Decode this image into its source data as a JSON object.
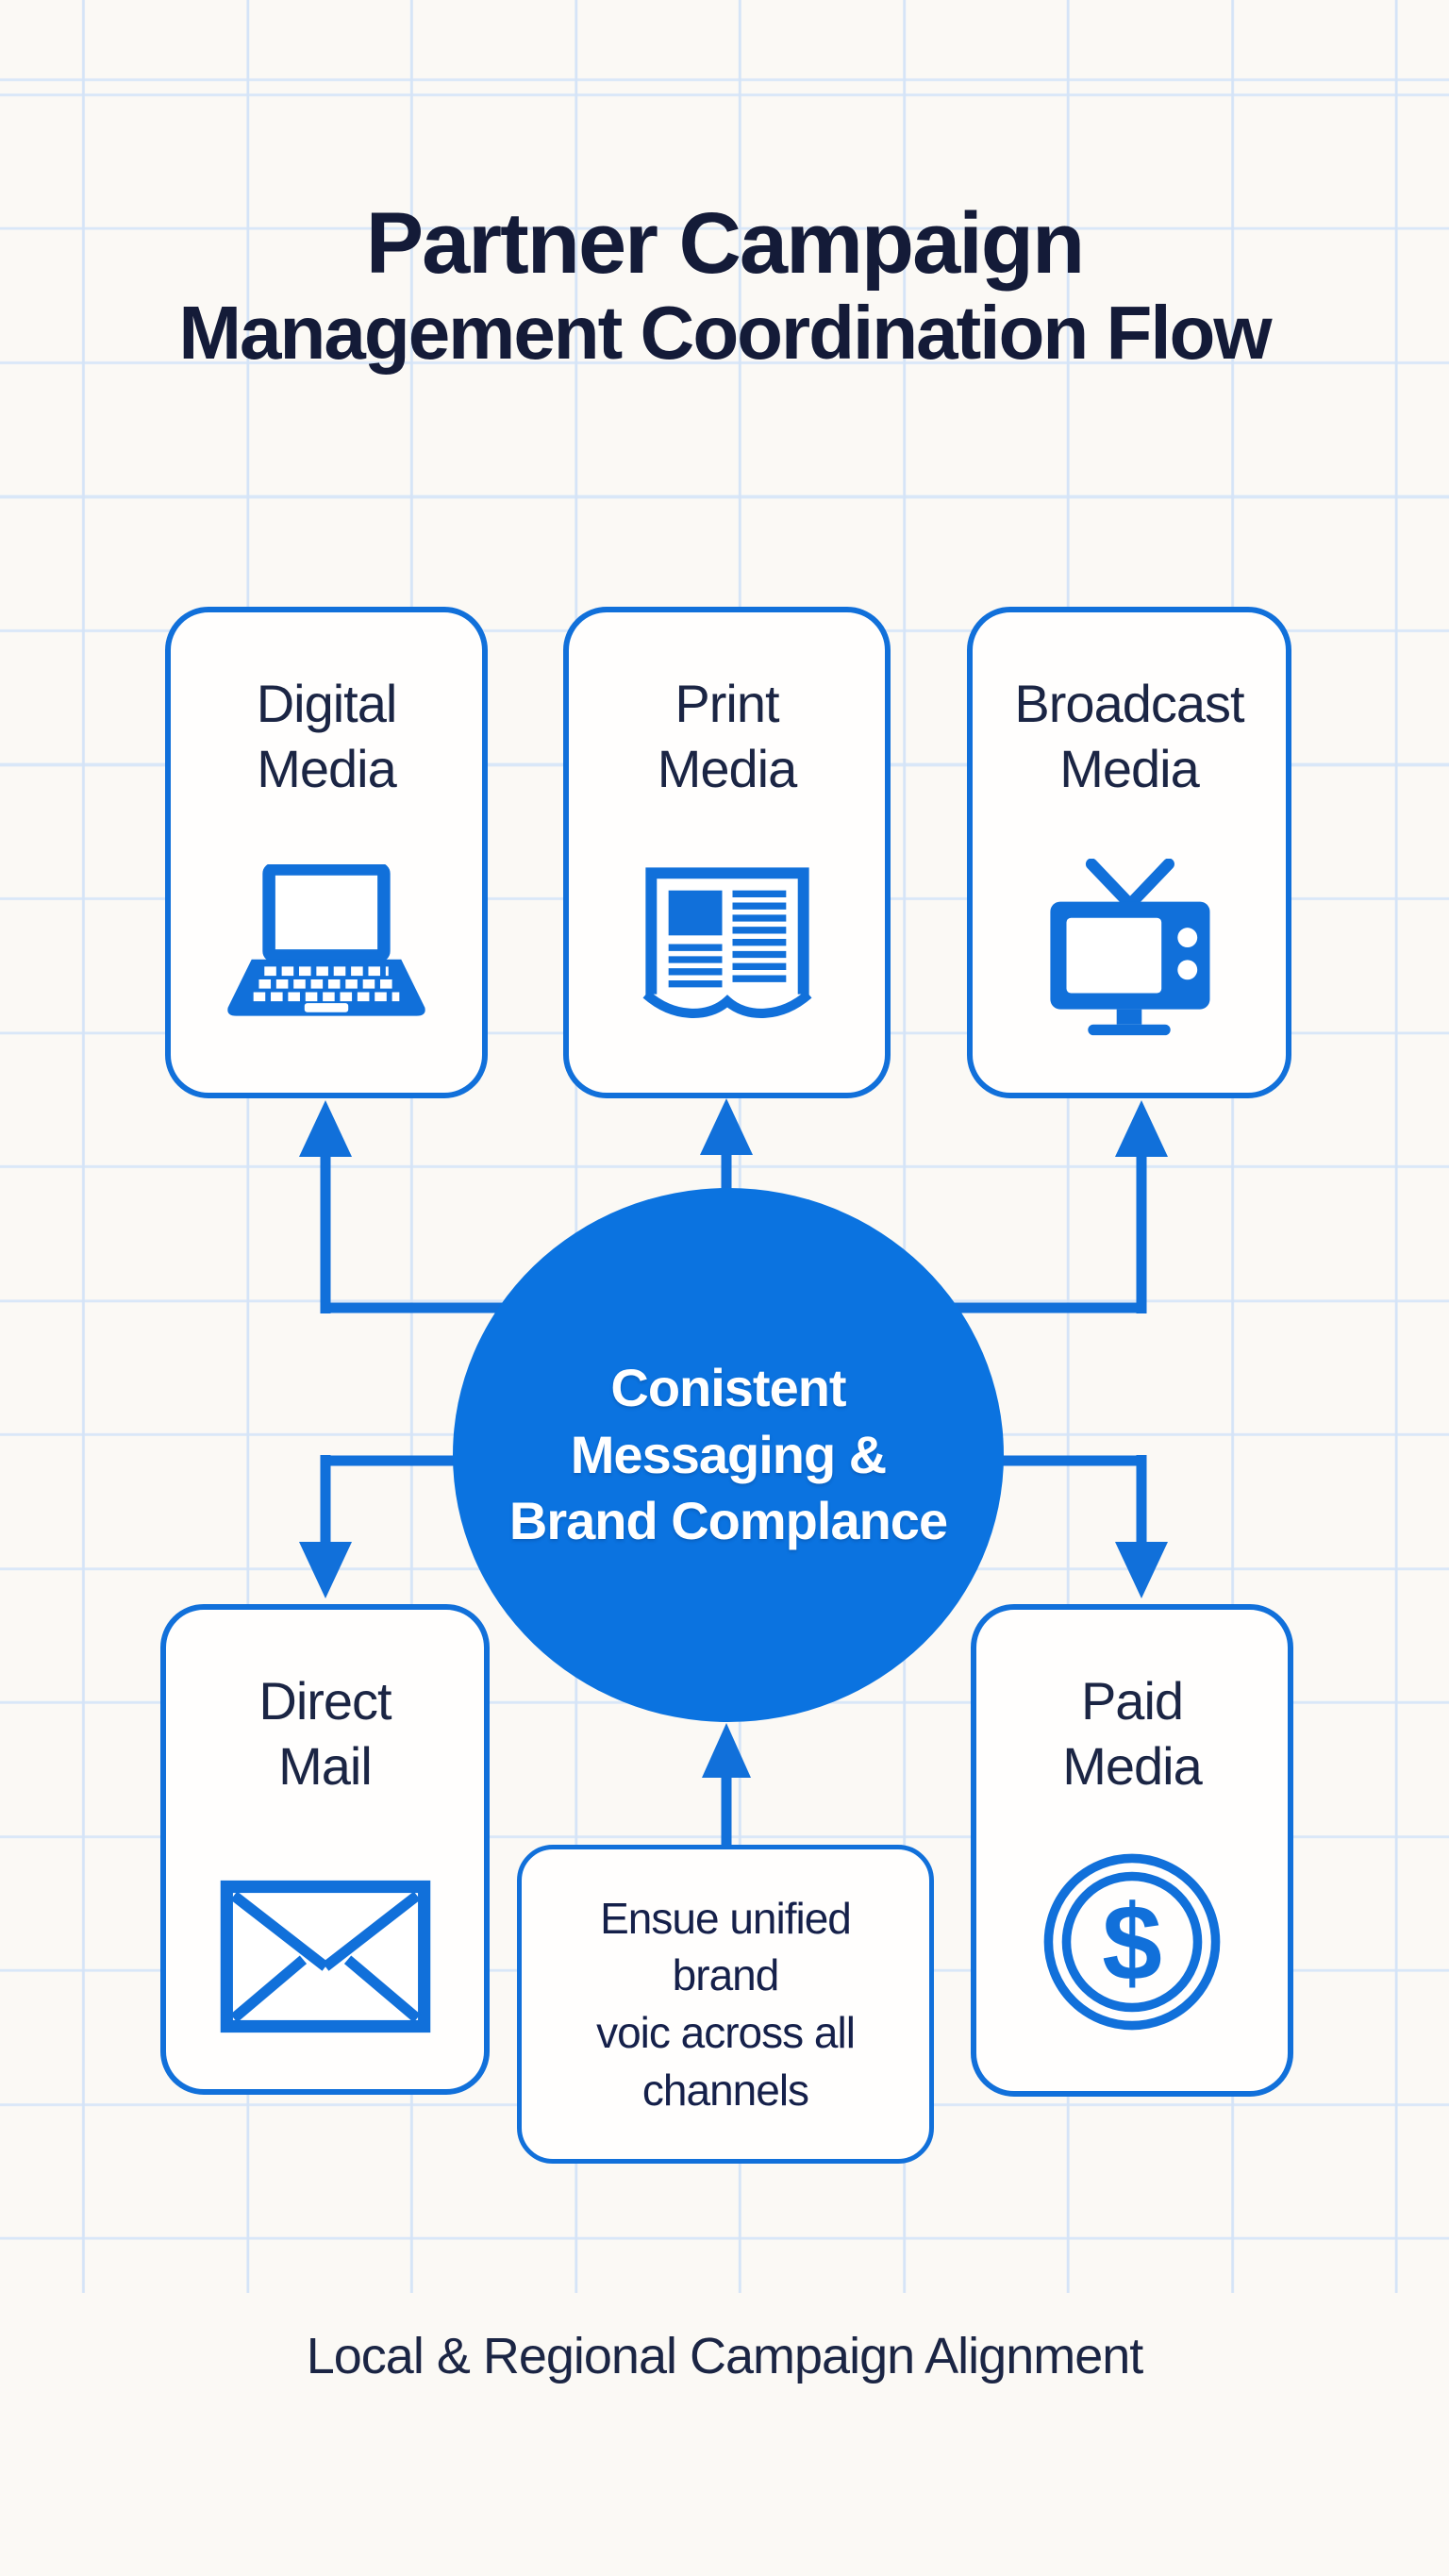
{
  "title": {
    "line1": "Partner Campaign",
    "line2": "Management Coordination Flow"
  },
  "center_circle": {
    "label": "Conistent\nMessaging &\nBrand Complance"
  },
  "boxes": {
    "digital": {
      "label": "Digital\nMedia",
      "icon": "laptop-icon"
    },
    "print": {
      "label": "Print\nMedia",
      "icon": "open-book-icon"
    },
    "broadcast": {
      "label": "Broadcast\nMedia",
      "icon": "tv-icon"
    },
    "direct_mail": {
      "label": "Direct\nMail",
      "icon": "envelope-icon"
    },
    "paid": {
      "label": "Paid\nMedia",
      "icon": "dollar-coin-icon"
    }
  },
  "note": {
    "text": "Ensue unified\nbrand\nvoic across all\nchannels"
  },
  "footer": {
    "text": "Local & Regional Campaign Alignment"
  },
  "icons": {
    "dollar_symbol": "$"
  },
  "colors": {
    "primary_blue": "#1170da",
    "circle_fill": "#0b73e0",
    "dark_text": "#1b2544",
    "title_text": "#141b38",
    "grid_line": "#d5e4f7",
    "background": "#fbf9f5"
  }
}
